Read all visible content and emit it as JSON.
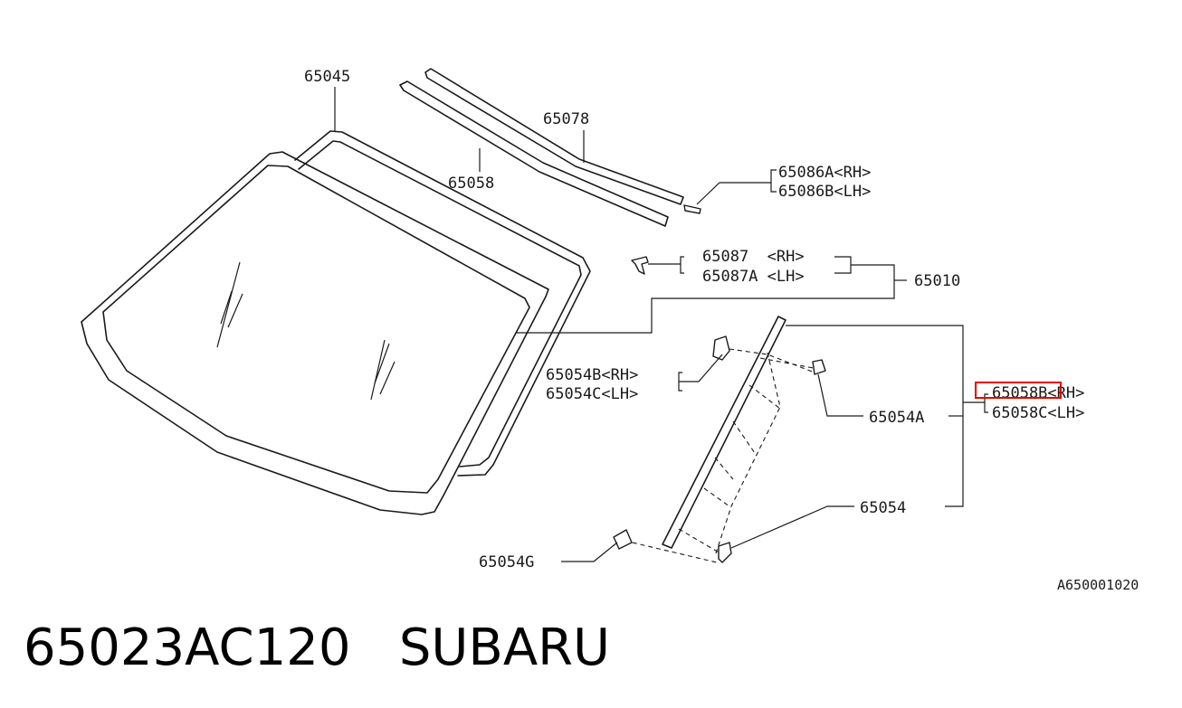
{
  "diagram": {
    "labels": {
      "p65045": "65045",
      "p65078": "65078",
      "p65058": "65058",
      "p65086A": "65086A<RH>",
      "p65086B": "65086B<LH>",
      "p65087": "65087  <RH>",
      "p65087A": "65087A <LH>",
      "p65010": "65010",
      "p65054B": "65054B<RH>",
      "p65054C": "65054C<LH>",
      "p65058B": "65058B<RH>",
      "p65058C": "65058C<LH>",
      "p65054A": "65054A",
      "p65054": "65054",
      "p65054G": "65054G"
    },
    "drawing_code": "A650001020",
    "highlight_color": "#e00000"
  },
  "footer": {
    "part_number": "65023AC120",
    "brand": "SUBARU"
  }
}
